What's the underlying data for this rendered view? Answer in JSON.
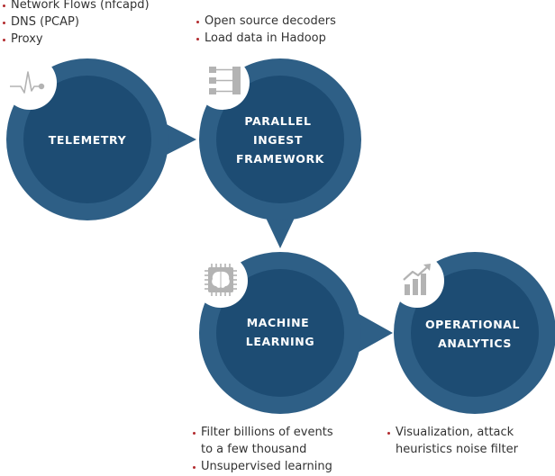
{
  "colors": {
    "circle_outer": "#2e5f86",
    "circle_inner": "#1d4c73",
    "badge": "#ffffff",
    "icon": "#b3b3b3",
    "bullet_text": "#333333",
    "bullet_dot": "#b22a2e"
  },
  "stages": [
    {
      "id": "telemetry",
      "label_lines": [
        "TELEMETRY"
      ],
      "icon": "pulse-waveform-icon",
      "bullets": [
        "Network Flows (nfcapd)",
        "DNS (PCAP)",
        "Proxy"
      ]
    },
    {
      "id": "parallel-ingest-framework",
      "label_lines": [
        "PARALLEL",
        "INGEST",
        "FRAMEWORK"
      ],
      "icon": "ingest-tree-icon",
      "bullets": [
        "Open source decoders",
        "Load data in Hadoop"
      ]
    },
    {
      "id": "machine-learning",
      "label_lines": [
        "MACHINE",
        "LEARNING"
      ],
      "icon": "brain-chip-icon",
      "bullets": [
        "Filter billions of events\nto a few thousand",
        "Unsupervised learning"
      ]
    },
    {
      "id": "operational-analytics",
      "label_lines": [
        "OPERATIONAL",
        "ANALYTICS"
      ],
      "icon": "bar-chart-trend-icon",
      "bullets": [
        "Visualization, attack\nheuristics noise filter"
      ]
    }
  ]
}
